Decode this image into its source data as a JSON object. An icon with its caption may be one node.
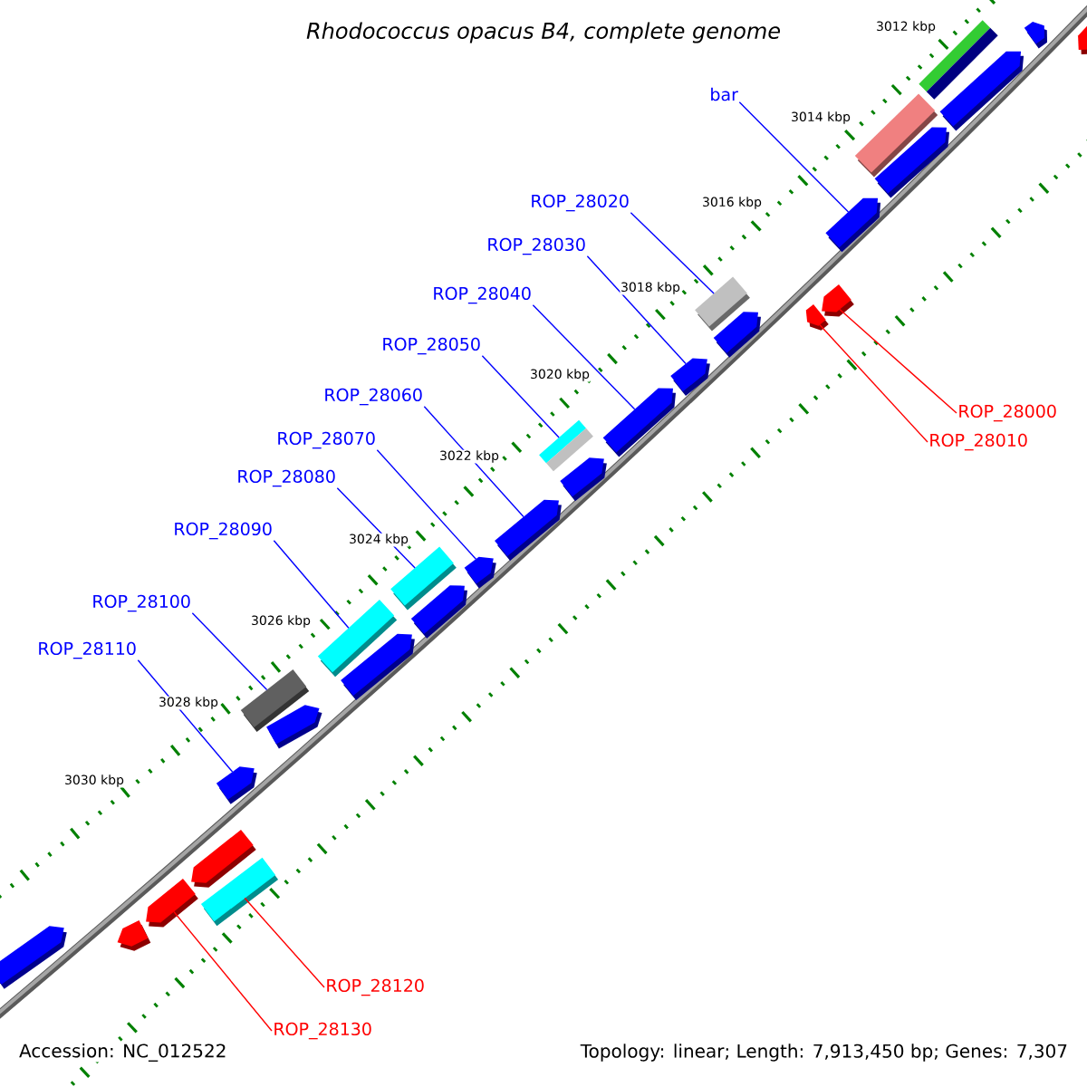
{
  "diagram": {
    "title": "Rhodococcus opacus B4, complete genome",
    "nodes": [
      {
        "text": [
          "bar"
        ]
      },
      {
        "text": [
          "ROP_28020"
        ]
      },
      {
        "text": [
          "ROP_28030"
        ]
      },
      {
        "text": [
          "ROP_28040"
        ]
      },
      {
        "text": [
          "ROP_28050"
        ]
      },
      {
        "text": [
          "ROP_28060"
        ]
      },
      {
        "text": [
          "ROP_28000"
        ]
      },
      {
        "text": [
          "ROP_28010"
        ]
      },
      {
        "text": [
          "ROP_28070"
        ]
      },
      {
        "text": [
          "ROP_28080"
        ]
      },
      {
        "text": [
          "ROP_28090"
        ]
      },
      {
        "text": [
          "ROP_28100"
        ]
      },
      {
        "text": [
          "ROP_28110"
        ]
      },
      {
        "text": [
          "ROP_28120"
        ]
      },
      {
        "text": [
          "ROP_28130"
        ]
      },
      {
        "text": [],
        "shape": "arrow"
      },
      {
        "text": [],
        "shape": "arrow"
      },
      {
        "text": [],
        "shape": "arrow"
      },
      {
        "text": [],
        "shape": "arrow"
      },
      {
        "text": [],
        "shape": "arrow"
      },
      {
        "text": [],
        "shape": "arrow"
      },
      {
        "text": [],
        "shape": "arrow"
      },
      {
        "text": [],
        "shape": "arrow"
      },
      {
        "text": [],
        "shape": "arrow"
      },
      {
        "text": [],
        "shape": "arrow"
      },
      {
        "text": [],
        "shape": "arrow"
      },
      {
        "text": [],
        "shape": "arrow"
      },
      {
        "text": [],
        "shape": "arrow"
      },
      {
        "text": [],
        "shape": "arrow"
      },
      {
        "text": [],
        "shape": "arrow"
      },
      {
        "text": [],
        "shape": "arrow"
      },
      {
        "text": [],
        "shape": "arrow"
      },
      {
        "text": [],
        "shape": "arrow"
      },
      {
        "text": [],
        "shape": "arrow"
      },
      {
        "text": [],
        "shape": "arrow"
      },
      {
        "text": [],
        "shape": "arrow"
      },
      {
        "text": [],
        "shape": "bar"
      },
      {
        "text": [],
        "shape": "bar"
      },
      {
        "text": [],
        "shape": "bar"
      },
      {
        "text": [],
        "shape": "bar"
      },
      {
        "text": [],
        "shape": "bar"
      },
      {
        "text": [],
        "shape": "bar"
      },
      {
        "text": [],
        "shape": "bar"
      },
      {
        "text": [],
        "shape": "bar"
      }
    ],
    "edges": [
      {
        "from": 0,
        "to": 18,
        "arrow": "none"
      },
      {
        "from": 1,
        "to": 38,
        "arrow": "none"
      },
      {
        "from": 2,
        "to": 20,
        "arrow": "none"
      },
      {
        "from": 3,
        "to": 21,
        "arrow": "none"
      },
      {
        "from": 4,
        "to": 39,
        "arrow": "none"
      },
      {
        "from": 5,
        "to": 23,
        "arrow": "none"
      },
      {
        "from": 6,
        "to": 30,
        "arrow": "none",
        "color": "#ff0000"
      },
      {
        "from": 7,
        "to": 31,
        "arrow": "none",
        "color": "#ff0000"
      },
      {
        "from": 8,
        "to": 24,
        "arrow": "none"
      },
      {
        "from": 9,
        "to": 41,
        "arrow": "none"
      },
      {
        "from": 10,
        "to": 40,
        "arrow": "none"
      },
      {
        "from": 11,
        "to": 42,
        "arrow": "none"
      },
      {
        "from": 12,
        "to": 28,
        "arrow": "none"
      },
      {
        "from": 13,
        "to": 43,
        "arrow": "none",
        "color": "#ff0000"
      },
      {
        "from": 14,
        "to": 34,
        "arrow": "none",
        "color": "#ff0000"
      }
    ],
    "labels": [
      "3012 kbp",
      "3014 kbp",
      "3016 kbp",
      "3018 kbp",
      "3020 kbp",
      "3022 kbp",
      "3024 kbp",
      "3026 kbp",
      "3028 kbp",
      "3030 kbp",
      "Accession: NC_012522",
      "Topology: linear; Length: 7,913,450 bp; Genes: 7,307"
    ]
  }
}
